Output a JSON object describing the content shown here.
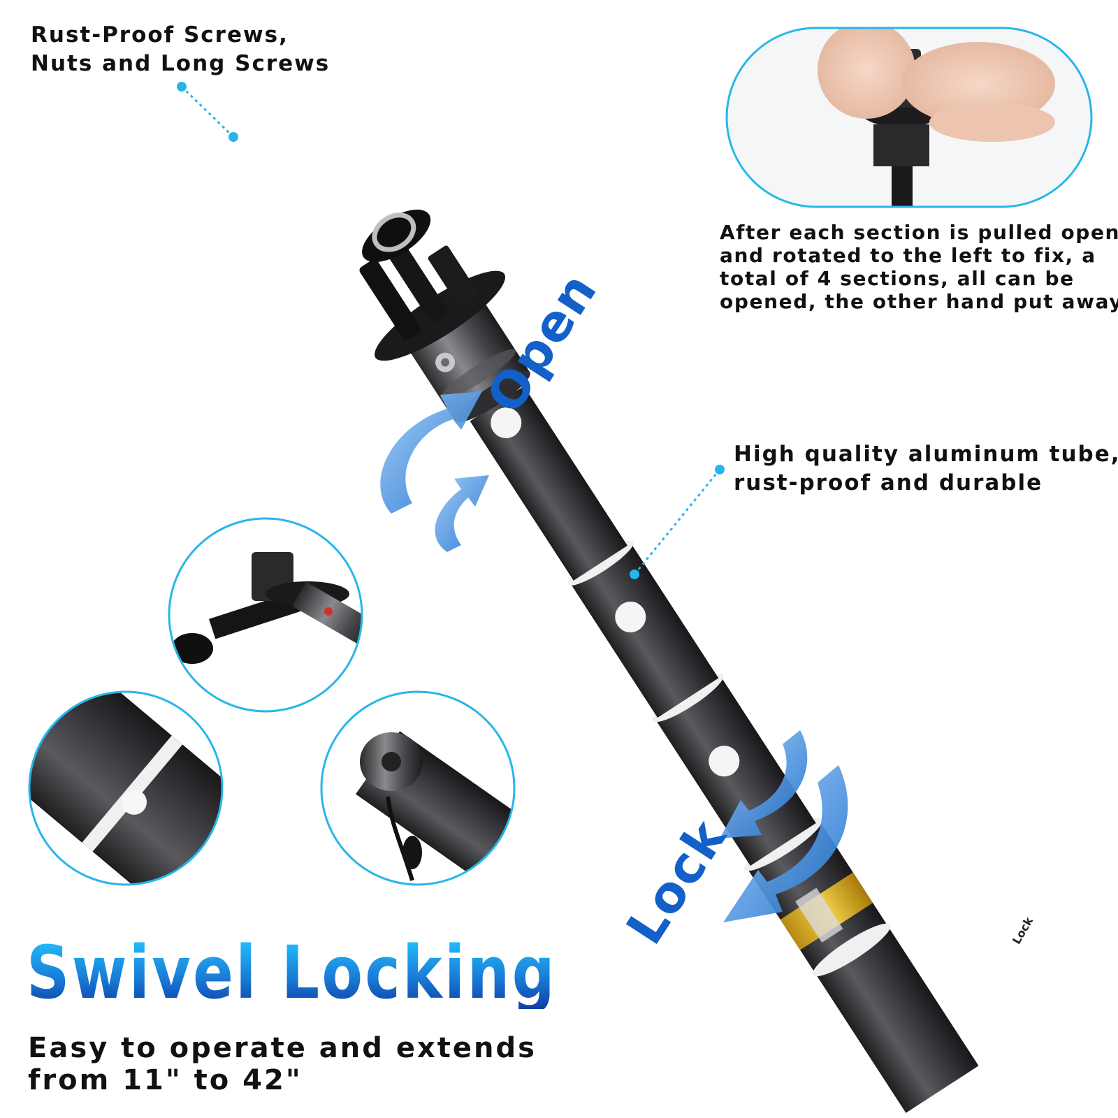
{
  "callouts": {
    "screws": {
      "line1": "Rust-Proof Screws,",
      "line2": "Nuts and Long Screws"
    },
    "sections": {
      "line1": "After each section is pulled open",
      "line2": "and rotated to the left to fix, a",
      "line3": "total of 4 sections, all can be",
      "line4": "opened, the other hand put away"
    },
    "tube": {
      "line1": "High quality aluminum tube,",
      "line2": "rust-proof and durable"
    }
  },
  "rotation_labels": {
    "open": "Open",
    "lock": "Lock"
  },
  "band_label": "Lock",
  "headline": "Swivel Locking",
  "subline": {
    "line1": "Easy to operate and extends",
    "line2": "from 11\" to 42\""
  },
  "colors": {
    "accent_blue": "#1a8ee0",
    "arrow_blue": "#3f8fe0",
    "frame_cyan": "#29b6e8",
    "pole_dark": "#3a3a3c",
    "band_white": "#f2f2f2"
  },
  "icons": [
    "mount-icon",
    "rotate-open-arrow-icon",
    "rotate-lock-arrow-icon"
  ]
}
